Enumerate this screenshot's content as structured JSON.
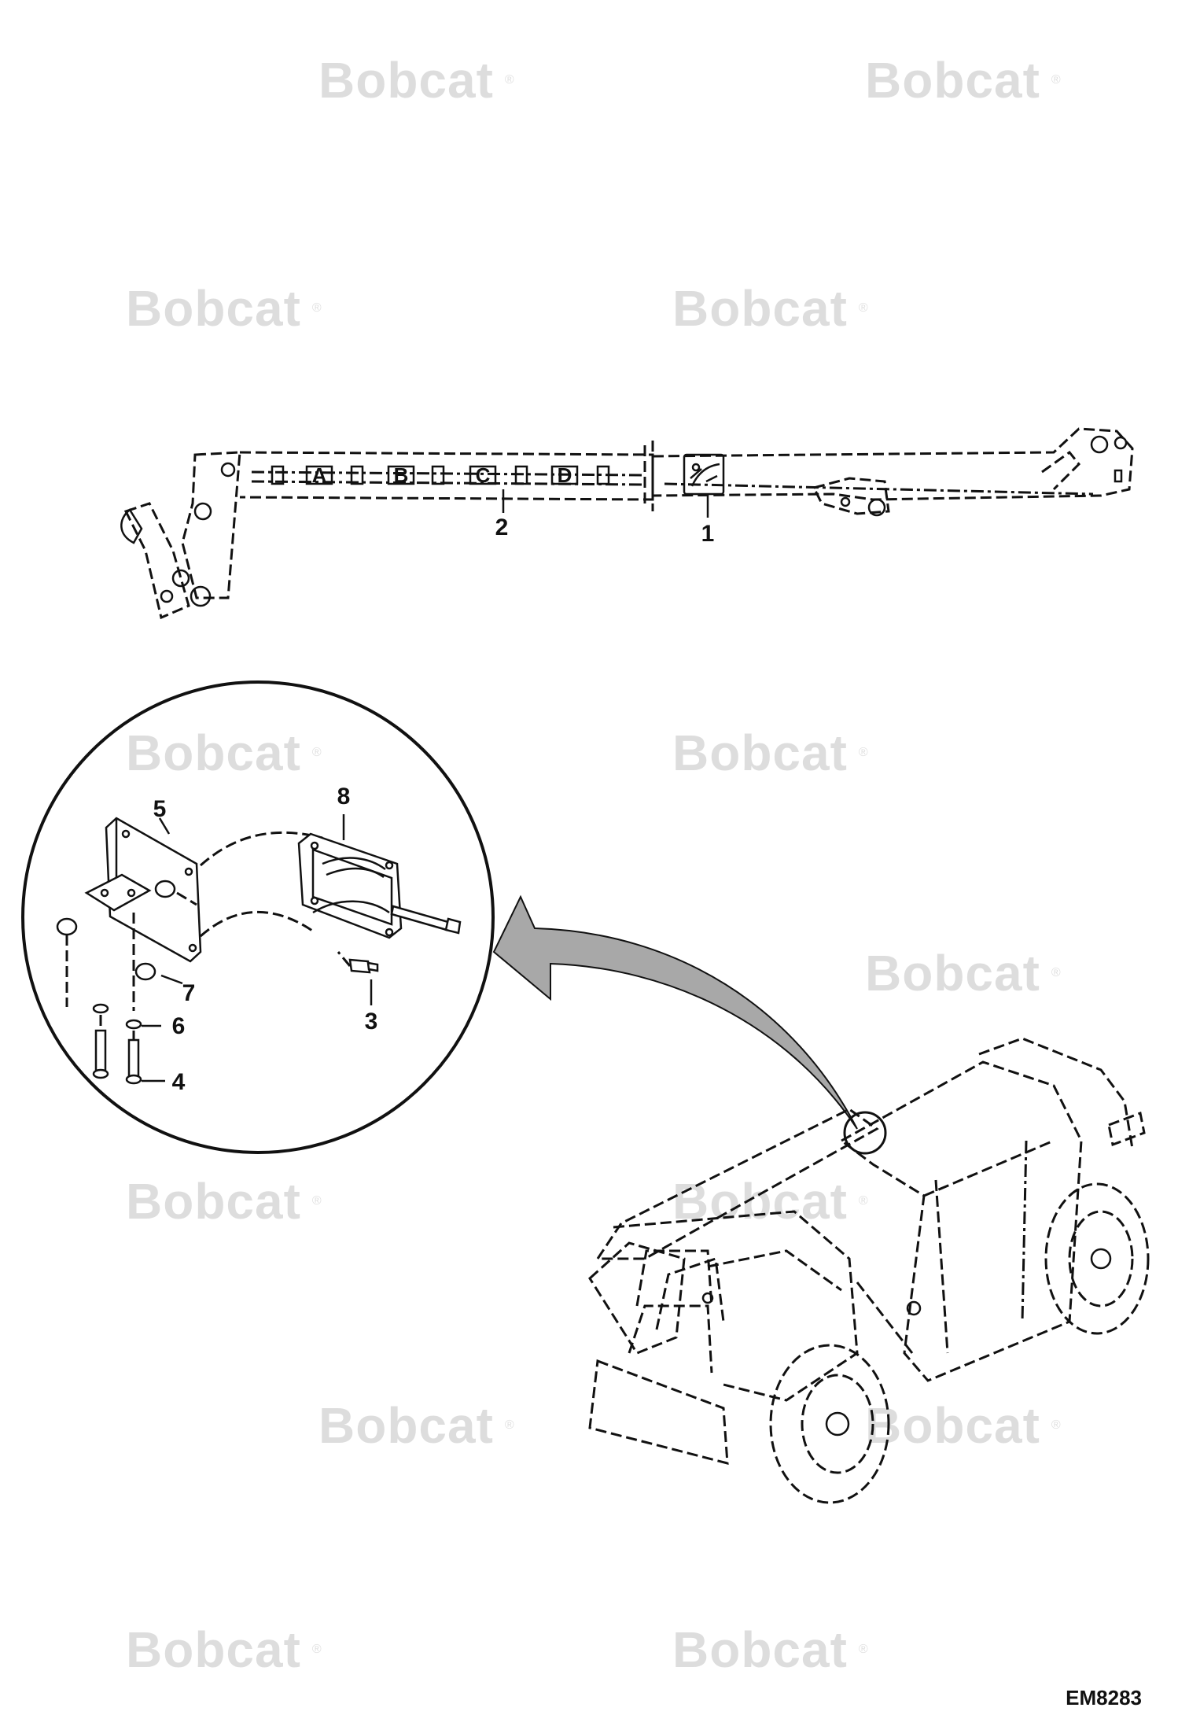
{
  "watermark": {
    "brand": "Bobcat",
    "reg": "®"
  },
  "boom": {
    "segments": [
      "A",
      "B",
      "C",
      "D"
    ],
    "callouts": {
      "label_1": "1",
      "label_2": "2"
    }
  },
  "detail": {
    "callouts": {
      "label_3": "3",
      "label_4": "4",
      "label_5": "5",
      "label_6": "6",
      "label_7": "7",
      "label_8": "8"
    }
  },
  "drawing_code": "EM8283"
}
